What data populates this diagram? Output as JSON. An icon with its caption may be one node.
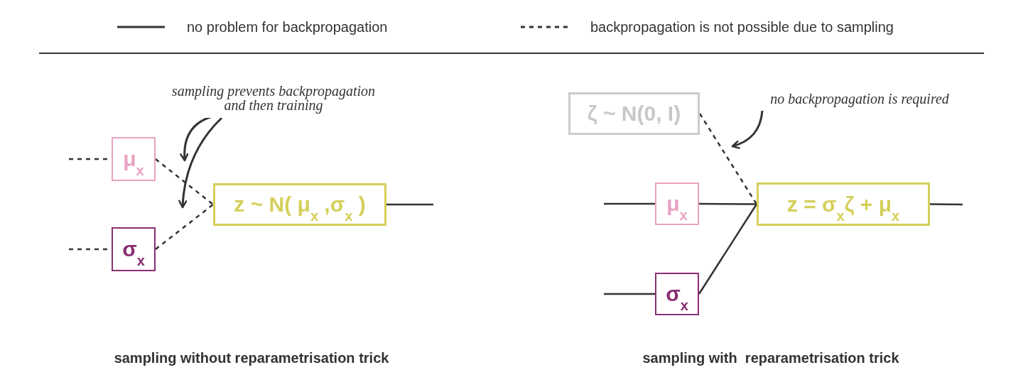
{
  "diagram": {
    "nodes": [
      {
        "text": [
          "μ$_{x}$"
        ]
      },
      {
        "text": [
          "σ$_{x}$"
        ]
      },
      {
        "text": [
          "z ~ N( μ$_{x}$ ,σ$_{x}$ )"
        ]
      },
      {
        "text": [
          "sampling prevents backpropagation and then training"
        ]
      },
      {
        "text": [
          "ζ ~ N(0, I)"
        ]
      },
      {
        "text": [
          "μ$_{x}$"
        ]
      },
      {
        "text": [
          "σ$_{x}$"
        ]
      },
      {
        "text": [
          "z = σ$_{x}$ζ + μ$_{x}$"
        ]
      },
      {
        "text": [
          "no backpropagation is required"
        ]
      }
    ],
    "edges": [
      {
        "from": null,
        "to": 0,
        "arrow": "none",
        "style": "dashed"
      },
      {
        "from": null,
        "to": 1,
        "arrow": "none",
        "style": "dashed"
      },
      {
        "from": 0,
        "to": 2,
        "arrow": "none",
        "style": "dashed"
      },
      {
        "from": 1,
        "to": 2,
        "arrow": "none",
        "style": "dashed"
      },
      {
        "from": 2,
        "to": null,
        "arrow": "none"
      },
      {
        "from": 3,
        "to": null,
        "arrow": "to"
      },
      {
        "from": 3,
        "to": null,
        "arrow": "to"
      },
      {
        "from": null,
        "to": 5,
        "arrow": "none"
      },
      {
        "from": null,
        "to": 6,
        "arrow": "none"
      },
      {
        "from": 4,
        "to": 7,
        "arrow": "none",
        "style": "dashed"
      },
      {
        "from": 5,
        "to": 7,
        "arrow": "none"
      },
      {
        "from": 6,
        "to": 7,
        "arrow": "none"
      },
      {
        "from": 7,
        "to": null,
        "arrow": "none"
      },
      {
        "from": 8,
        "to": null,
        "arrow": "to"
      }
    ],
    "labels": [
      "sampling without reparametrisation trick",
      "sampling with  reparametrisation trick"
    ],
    "legend": [
      {
        "text": "no problem for backpropagation"
      },
      {
        "text": "backpropagation is not possible due to sampling"
      }
    ]
  }
}
